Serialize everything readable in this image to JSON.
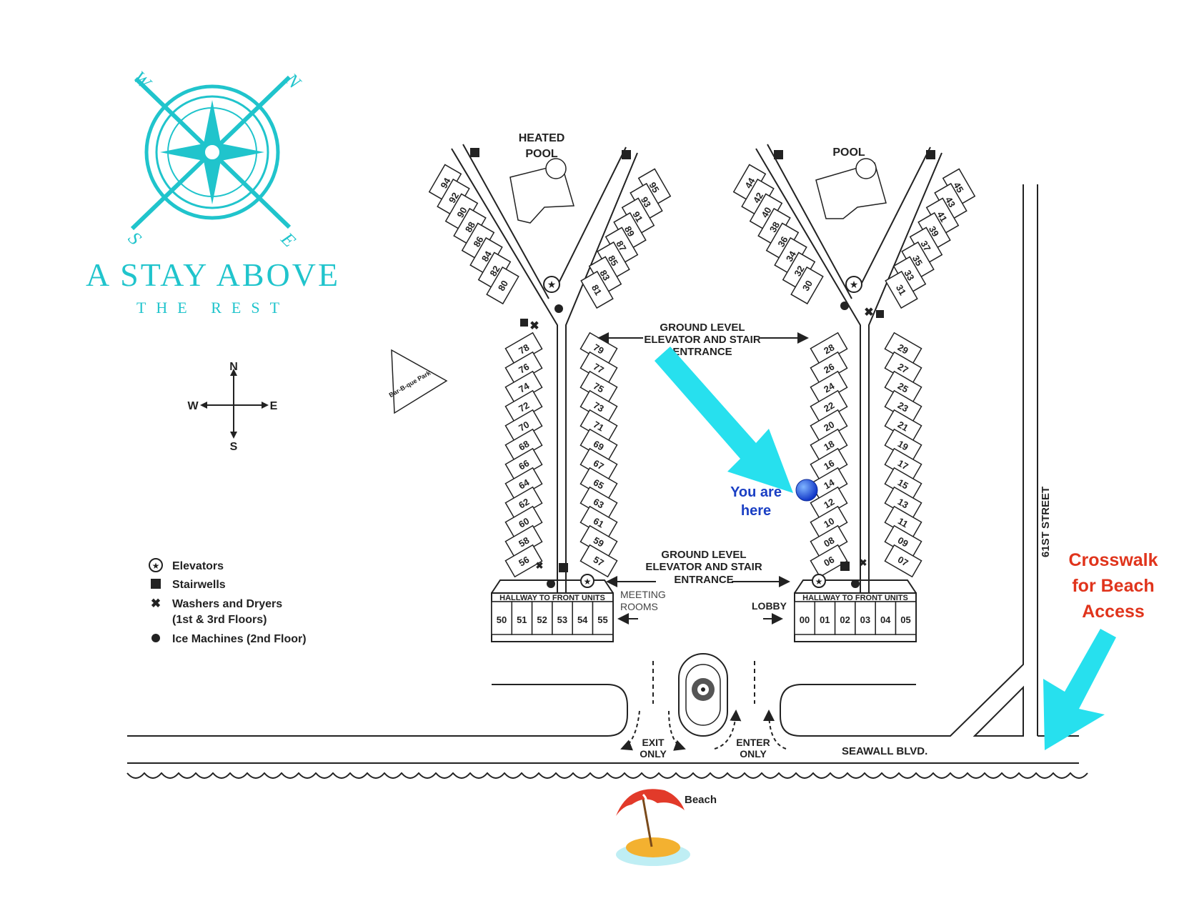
{
  "brand": {
    "line1": "A STAY ABOVE",
    "line2": "THE REST",
    "compass_letters": {
      "n": "N",
      "e": "E",
      "s": "S",
      "w": "W"
    },
    "color": "#20c4cc"
  },
  "compass_rose": {
    "n": "N",
    "s": "S",
    "e": "E",
    "w": "W"
  },
  "areas": {
    "heated_pool_1": "HEATED",
    "heated_pool_2": "POOL",
    "pool": "POOL",
    "bbq": "Bar-B-que Park",
    "entrance_top_1": "GROUND LEVEL",
    "entrance_top_2": "ELEVATOR AND STAIR",
    "entrance_top_3": "ENTRANCE",
    "entrance_bottom_1": "GROUND LEVEL",
    "entrance_bottom_2": "ELEVATOR AND STAIR",
    "entrance_bottom_3": "ENTRANCE",
    "meeting_1": "MEETING",
    "meeting_2": "ROOMS",
    "lobby": "LOBBY",
    "hallway_left": "HALLWAY TO FRONT UNITS",
    "hallway_right": "HALLWAY TO FRONT UNITS"
  },
  "you_are_here": {
    "line1": "You are",
    "line2": "here",
    "color": "#1a3fc4"
  },
  "crosswalk": {
    "line1": "Crosswalk",
    "line2": "for Beach",
    "line3": "Access",
    "color": "#e0341c"
  },
  "streets": {
    "seawall": "SEAWALL BLVD.",
    "sixty_first": "61ST STREET",
    "beach": "Beach"
  },
  "driveway": {
    "exit1": "EXIT",
    "exit2": "ONLY",
    "enter1": "ENTER",
    "enter2": "ONLY"
  },
  "legend": [
    {
      "icon": "elevator-icon",
      "label": "Elevators"
    },
    {
      "icon": "stairwell-icon",
      "label": "Stairwells"
    },
    {
      "icon": "washer-icon",
      "label": "Washers and Dryers",
      "label2": "(1st & 3rd Floors)"
    },
    {
      "icon": "ice-icon",
      "label": "Ice Machines (2nd Floor)"
    }
  ],
  "units": {
    "left_outer_upper": [
      "94",
      "92",
      "90",
      "88",
      "86",
      "84",
      "82",
      "80"
    ],
    "left_inner_upper": [
      "95",
      "93",
      "91",
      "89",
      "87",
      "85",
      "83",
      "81"
    ],
    "left_left_col": [
      "78",
      "76",
      "74",
      "72",
      "70",
      "68",
      "66",
      "64",
      "62",
      "60",
      "58",
      "56"
    ],
    "left_right_col": [
      "79",
      "77",
      "75",
      "73",
      "71",
      "69",
      "67",
      "65",
      "63",
      "61",
      "59",
      "57"
    ],
    "right_outer_upper": [
      "44",
      "42",
      "40",
      "38",
      "36",
      "34",
      "32",
      "30"
    ],
    "right_inner_upper": [
      "45",
      "43",
      "41",
      "39",
      "37",
      "35",
      "33",
      "31"
    ],
    "right_left_col": [
      "28",
      "26",
      "24",
      "22",
      "20",
      "18",
      "16",
      "14",
      "12",
      "10",
      "08",
      "06"
    ],
    "right_right_col": [
      "29",
      "27",
      "25",
      "23",
      "21",
      "19",
      "17",
      "15",
      "13",
      "11",
      "09",
      "07"
    ],
    "front_left": [
      "50",
      "51",
      "52",
      "53",
      "54",
      "55"
    ],
    "front_right": [
      "00",
      "01",
      "02",
      "03",
      "04",
      "05"
    ]
  },
  "accent_color": "#27e0ee"
}
